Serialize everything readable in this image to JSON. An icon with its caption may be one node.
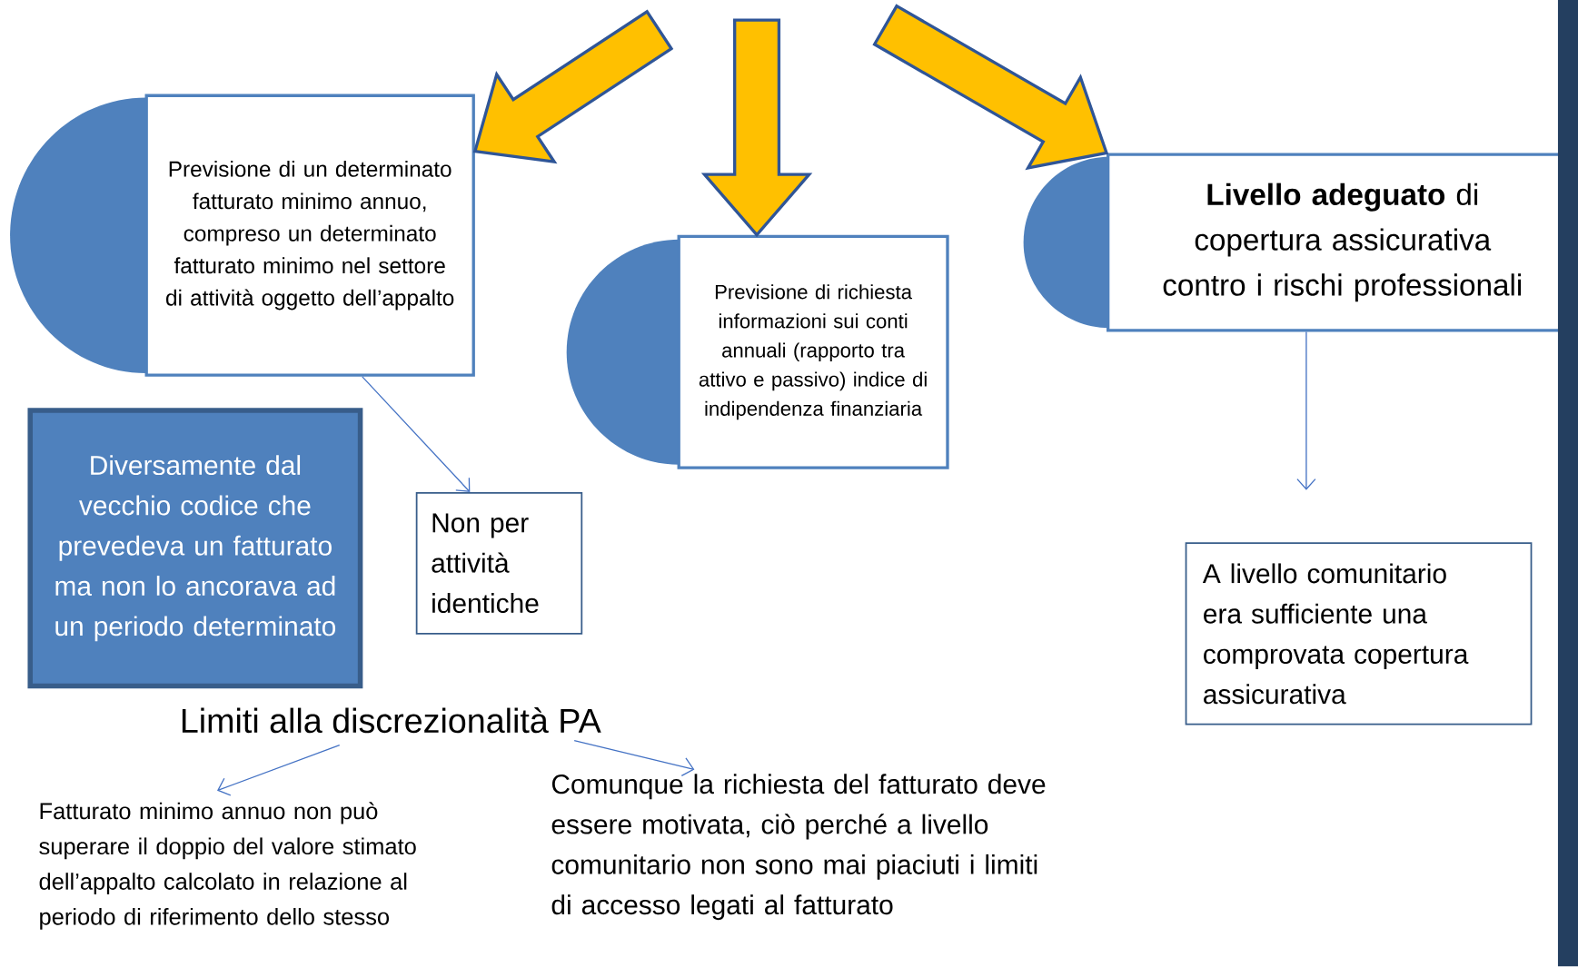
{
  "diagram": {
    "nodes": [
      {
        "text": [
          "Previsione di un determinato fatturato minimo annuo, compreso un determinato fatturato minimo nel settore di attività oggetto dell’appalto"
        ]
      },
      {
        "text": [
          "Previsione di richiesta informazioni sui conti annuali (rapporto tra attivo e passivo) indice di indipendenza finanziaria"
        ]
      },
      {
        "text": [
          "**Livello adeguato** di copertura assicurativa contro i rischi professionali"
        ]
      },
      {
        "text": [
          "Diversamente dal vecchio codice che prevedeva un fatturato ma non lo ancorava ad un periodo determinato"
        ]
      },
      {
        "text": [
          "Non per attività identiche"
        ]
      },
      {
        "text": [
          "A livello comunitario era sufficiente una comprovata copertura assicurativa"
        ]
      },
      {
        "text": [
          "Limiti alla discrezionalità PA"
        ]
      },
      {
        "text": [
          "Fatturato minimo annuo non può superare il doppio del valore stimato dell’appalto calcolato in relazione al periodo di riferimento dello stesso"
        ]
      },
      {
        "text": [
          "Comunque la richiesta del fatturato deve essere motivata, ciò perché a livello comunitario non sono mai piaciuti i limiti di accesso legati al fatturato"
        ]
      },
      {
        "text": [],
        "shape": "bar"
      }
    ],
    "edges": [
      {
        "from": null,
        "to": 0,
        "arrow": "to",
        "style": "thick",
        "color": "#ffc000"
      },
      {
        "from": null,
        "to": 1,
        "arrow": "to",
        "style": "thick",
        "color": "#ffc000"
      },
      {
        "from": null,
        "to": 2,
        "arrow": "to",
        "style": "thick",
        "color": "#ffc000"
      },
      {
        "from": 0,
        "to": 4,
        "arrow": "to"
      },
      {
        "from": 2,
        "to": 5,
        "arrow": "to"
      },
      {
        "from": 6,
        "to": 7,
        "arrow": "to"
      },
      {
        "from": 6,
        "to": 8,
        "arrow": "to"
      }
    ]
  }
}
